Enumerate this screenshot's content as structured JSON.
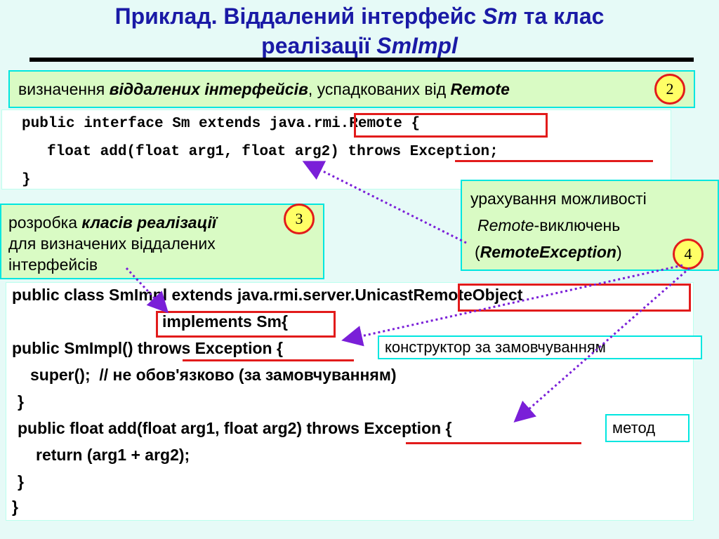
{
  "title": {
    "line1_prefix": "Приклад.  Віддалений інтерфейс ",
    "line1_italic": "Sm",
    "line1_suffix": " та клас",
    "line2_prefix": "реалізації ",
    "line2_italic": "SmImpl"
  },
  "note2": {
    "prefix": "визначення ",
    "bold": "віддалених інтерфейсів",
    "middle": ", успадкованих від ",
    "bold2": "Remote",
    "number": "2"
  },
  "note3": {
    "prefix": "розробка ",
    "bold": "класів реалізації",
    "line2": "для визначених віддалених",
    "line3": "інтерфейсів",
    "number": "3"
  },
  "note4": {
    "line1": "урахування можливості",
    "line2_italic": "Remote",
    "line2_rest": "-виключень",
    "line3_open": "(",
    "line3_bold": "RemoteException",
    "line3_close": ")",
    "number": "4"
  },
  "code1": {
    "line1": "public interface Sm extends java.rmi.Remote {",
    "line2": "float add(float arg1, float arg2) throws Exception;",
    "line3": "}"
  },
  "code2": {
    "line1": "public class SmImpl extends java.rmi.server.UnicastRemoteObject",
    "line2": "implements Sm{",
    "line3": "public SmImpl() throws Exception {",
    "line4": "super();  // не обов'язково (за замовчуванням)",
    "line5": "}",
    "line6": "public float add(float arg1, float arg2) throws Exception {",
    "line7": "return (arg1 + arg2);",
    "line8": "}",
    "line9": "}"
  },
  "labels": {
    "constructor": "конструктор за замовчуванням",
    "method": "метод"
  },
  "colors": {
    "title": "#1a1aa6",
    "note_bg": "#d9fbc4",
    "note_border": "#00e6e0",
    "highlight": "#e21b1b",
    "arrow": "#7a1fd8",
    "circle_fill": "#ffff66"
  }
}
